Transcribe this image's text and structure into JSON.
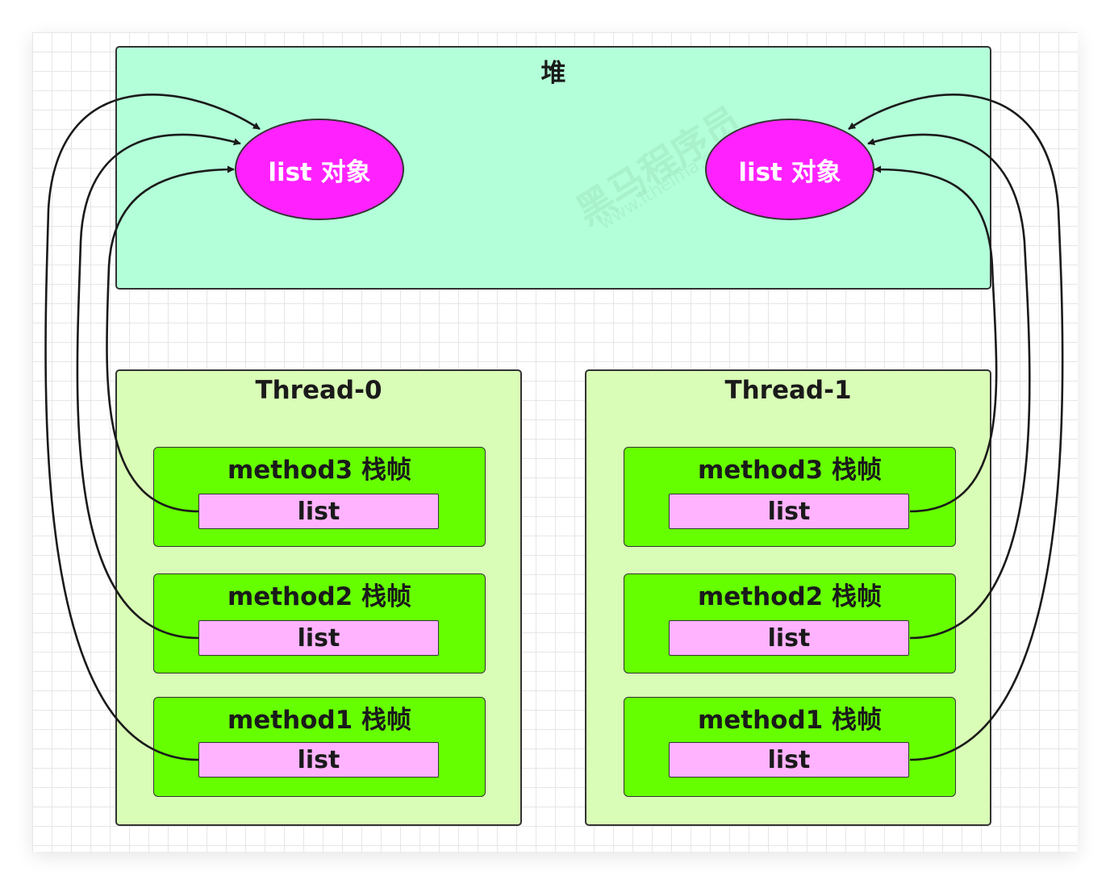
{
  "heap": {
    "label": "堆"
  },
  "heap_objects": [
    {
      "label": "list 对象"
    },
    {
      "label": "list 对象"
    }
  ],
  "threads": [
    {
      "label": "Thread-0",
      "frames": [
        {
          "label": "method3 栈帧",
          "var": "list"
        },
        {
          "label": "method2 栈帧",
          "var": "list"
        },
        {
          "label": "method1 栈帧",
          "var": "list"
        }
      ]
    },
    {
      "label": "Thread-1",
      "frames": [
        {
          "label": "method3 栈帧",
          "var": "list"
        },
        {
          "label": "method2 栈帧",
          "var": "list"
        },
        {
          "label": "method1 栈帧",
          "var": "list"
        }
      ]
    }
  ],
  "watermark": {
    "text": "黑马程序员",
    "url": "www.itheima.com"
  },
  "colors": {
    "heap": "#b3ffd9",
    "thread": "#d9fcb6",
    "frame": "#66ff00",
    "variable": "#ffb3ff",
    "object": "#ff22ff",
    "stroke": "#333333"
  }
}
